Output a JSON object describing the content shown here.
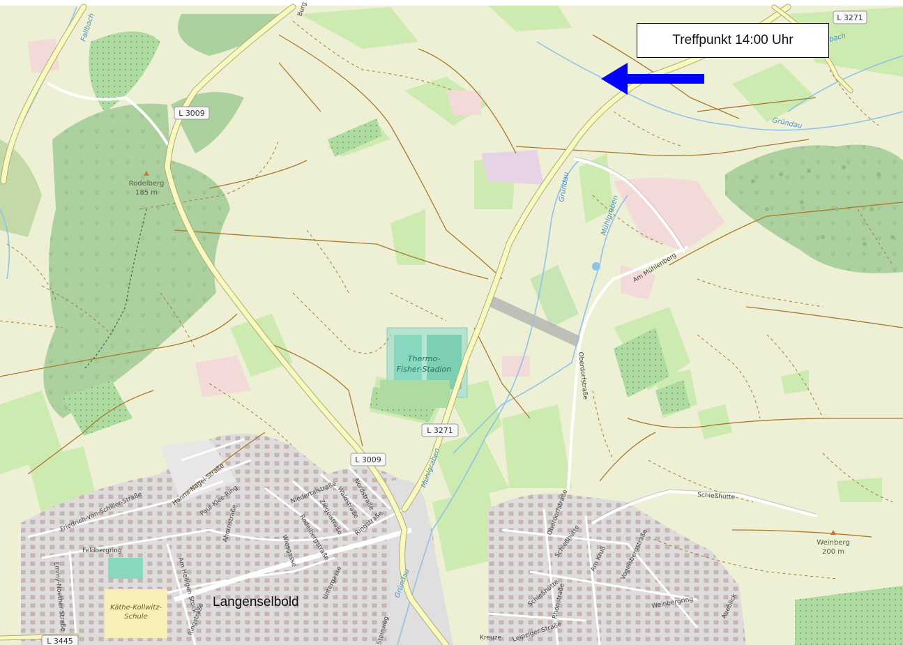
{
  "map": {
    "region": "",
    "town": "Langenselbold",
    "callout": {
      "text": "Treffpunkt 14:00 Uhr"
    },
    "road_shields": [
      "L 3271",
      "L 3009",
      "L 3009",
      "L 3271",
      "L 3445"
    ],
    "peaks": [
      {
        "name": "Rodelberg",
        "elevation": "185 m"
      },
      {
        "name": "Weinberg",
        "elevation": "200 m"
      }
    ],
    "water_labels": [
      "Fallbach",
      "Gründau",
      "Gründau",
      "Mühlgraben",
      "Mühlgraben",
      "Gründau",
      "bach"
    ],
    "landmarks": [
      "Thermo-",
      "Fisher-Stadion",
      "Käthe-Kollwitz-",
      "Schule"
    ],
    "street_labels": [
      "Am Mühlenberg",
      "Oberdorfstraße",
      "Schießhütte",
      "Friedrich-von-Schiller-Straße",
      "Hanna-Nagel-Straße",
      "Paul-Klee-Ring",
      "Feldbergring",
      "Emmy-Noether-Straße",
      "Am Heiligen Stock",
      "Ahornstraße",
      "Rodelbergstraße",
      "Niedertalstraße",
      "Ziegelstraße",
      "Waldstraße",
      "Nordstraße",
      "Ringstraße",
      "Wiesgasse",
      "Untergasse",
      "Oberdorfstraße",
      "Schießhütte",
      "Am Kruß",
      "Vogelsbergstraße",
      "Rhönstraße",
      "Schießhütte",
      "Weinbergring",
      "Aueblick",
      "Leipziger Straße",
      "Kreuze",
      "Ringstraße",
      "Steinweg",
      "Burg"
    ],
    "colors": {
      "farmland": "#eef0d5",
      "meadow": "#cdebb0",
      "forest": "#add19e",
      "residential": "#e0dfdf",
      "road_major": "#f7fabf",
      "track": "#a87a2c",
      "water": "#8ec3e8",
      "arrow": "#0000ff",
      "commercial": "#f2dad9"
    }
  }
}
